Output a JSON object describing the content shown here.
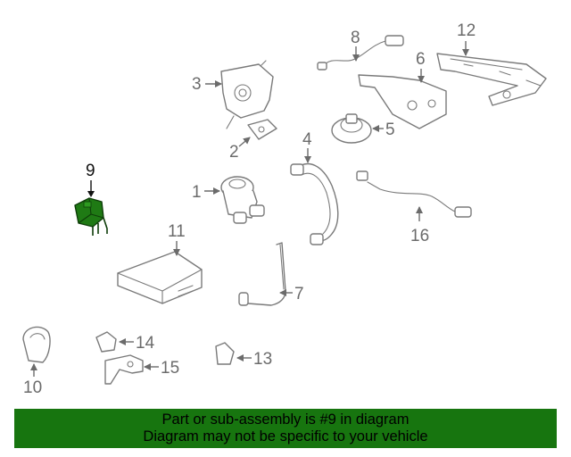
{
  "callouts": {
    "c1": "1",
    "c2": "2",
    "c3": "3",
    "c4": "4",
    "c5": "5",
    "c6": "6",
    "c7": "7",
    "c8": "8",
    "c9": "9",
    "c10": "10",
    "c11": "11",
    "c12": "12",
    "c13": "13",
    "c14": "14",
    "c15": "15",
    "c16": "16"
  },
  "highlighted_part": "9",
  "colors": {
    "highlight_part": "#1f7a14",
    "banner_bg": "#17750f",
    "line_art": "#7a7a7a"
  },
  "banner": {
    "line1": "Part or sub-assembly is #9 in diagram",
    "line2": "Diagram may not be specific to your vehicle"
  }
}
